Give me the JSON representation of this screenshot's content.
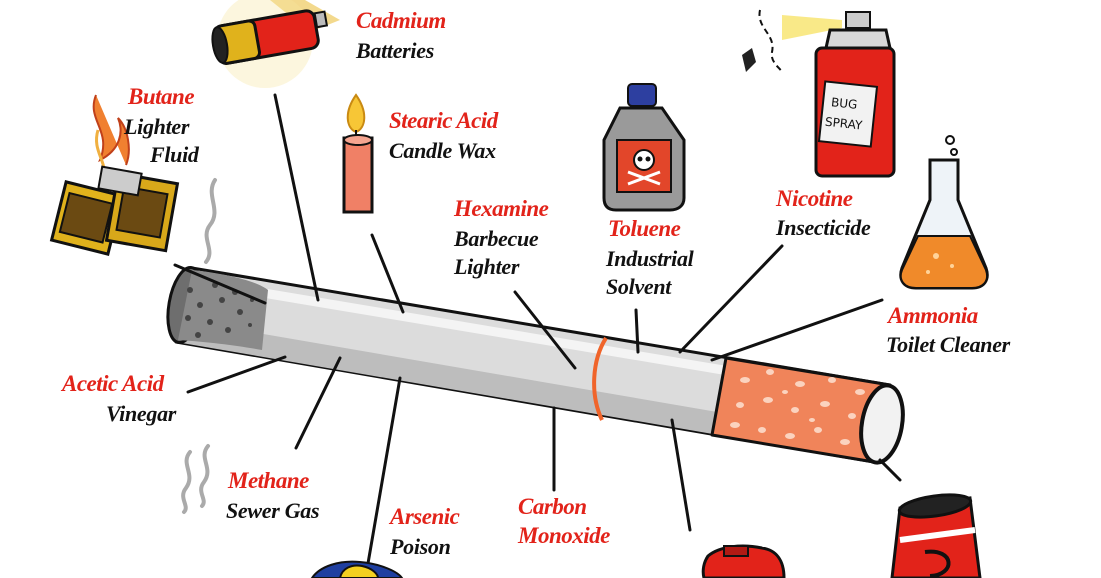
{
  "colors": {
    "chemical": "#e2231a",
    "use": "#111111",
    "line": "#111111",
    "cigarette_body": "#d6d6d6",
    "filter": "#f0845a",
    "ash": "#7a7a7a"
  },
  "labels": {
    "cadmium": {
      "chemical": "Cadmium",
      "use": "Batteries"
    },
    "butane": {
      "chemical": "Butane",
      "use_line1": "Lighter",
      "use_line2": "Fluid"
    },
    "stearic": {
      "chemical": "Stearic Acid",
      "use": "Candle Wax"
    },
    "hexamine": {
      "chemical": "Hexamine",
      "use_line1": "Barbecue",
      "use_line2": "Lighter"
    },
    "toluene": {
      "chemical": "Toluene",
      "use_line1": "Industrial",
      "use_line2": "Solvent"
    },
    "nicotine": {
      "chemical": "Nicotine",
      "use": "Insecticide"
    },
    "ammonia": {
      "chemical": "Ammonia",
      "use": "Toilet Cleaner"
    },
    "acetic": {
      "chemical": "Acetic Acid",
      "use": "Vinegar"
    },
    "methane": {
      "chemical": "Methane",
      "use": "Sewer Gas"
    },
    "arsenic": {
      "chemical": "Arsenic",
      "use": "Poison"
    },
    "carbon": {
      "chemical_line1": "Carbon",
      "chemical_line2": "Monoxide"
    }
  },
  "illustrations": {
    "spray_can_text_line1": "BUG",
    "spray_can_text_line2": "SPRAY",
    "icons": [
      "battery-icon",
      "lighter-icon",
      "candle-icon",
      "poison-bottle-icon",
      "spray-can-icon",
      "flask-icon",
      "paint-can-icon",
      "gas-can-icon",
      "skull-icon"
    ]
  }
}
